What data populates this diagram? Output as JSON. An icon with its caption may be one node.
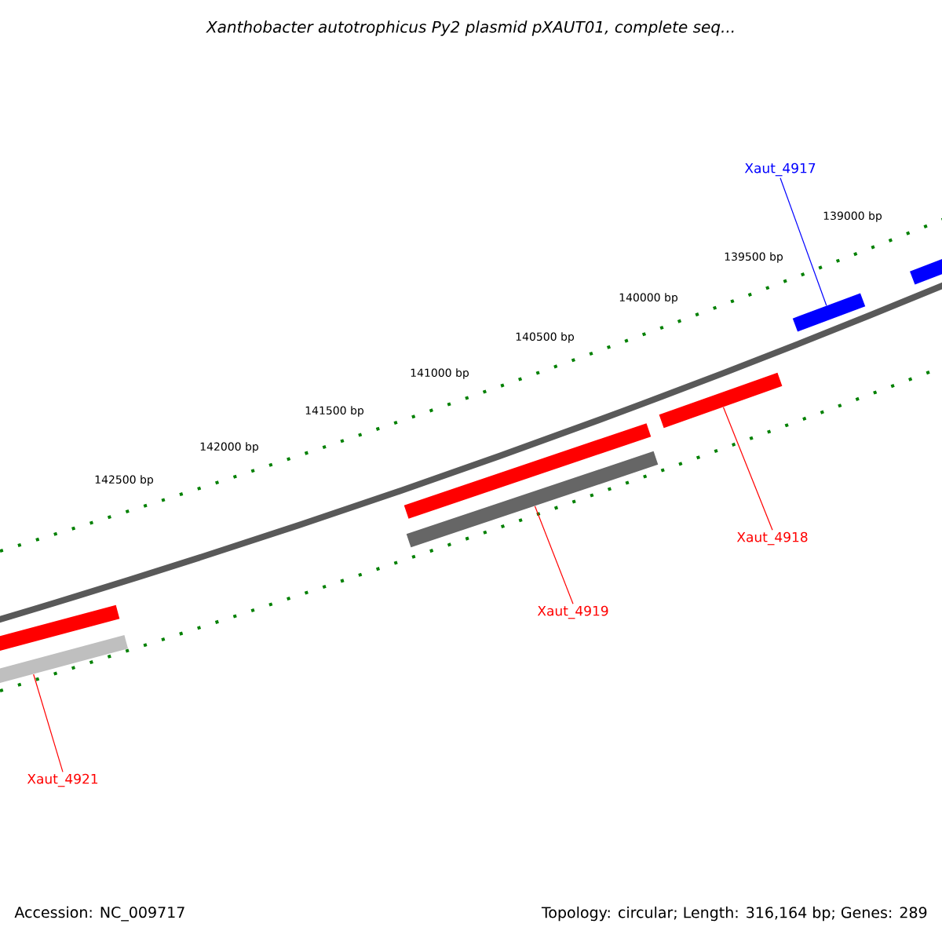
{
  "diagram": {
    "title": "Xanthobacter autotrophicus Py2 plasmid pXAUT01, complete seq...",
    "nodes": [
      {
        "text": [
          "Xaut_4917"
        ]
      },
      {
        "text": [
          "Xaut_4918"
        ]
      },
      {
        "text": [
          "Xaut_4919"
        ]
      },
      {
        "text": [
          "Xaut_4921"
        ]
      },
      {
        "text": [],
        "shape": "bar"
      },
      {
        "text": [],
        "shape": "bar"
      },
      {
        "text": [],
        "shape": "bar"
      },
      {
        "text": [],
        "shape": "bar"
      },
      {
        "text": [],
        "shape": "bar"
      },
      {
        "text": [],
        "shape": "bar"
      },
      {
        "text": [],
        "shape": "bar"
      }
    ],
    "edges": [
      {
        "from": 0,
        "to": 9,
        "arrow": "none",
        "color": "#0000ff"
      },
      {
        "from": 1,
        "to": 8,
        "arrow": "none"
      },
      {
        "from": 2,
        "to": 7,
        "arrow": "none"
      },
      {
        "from": 3,
        "to": 4,
        "arrow": "none"
      }
    ],
    "labels": [
      "139000 bp",
      "139500 bp",
      "140000 bp",
      "140500 bp",
      "141000 bp",
      "141500 bp",
      "142000 bp",
      "142500 bp",
      "Accession: NC_009717",
      "Topology: circular; Length: 316,164 bp; Genes: 289"
    ]
  }
}
